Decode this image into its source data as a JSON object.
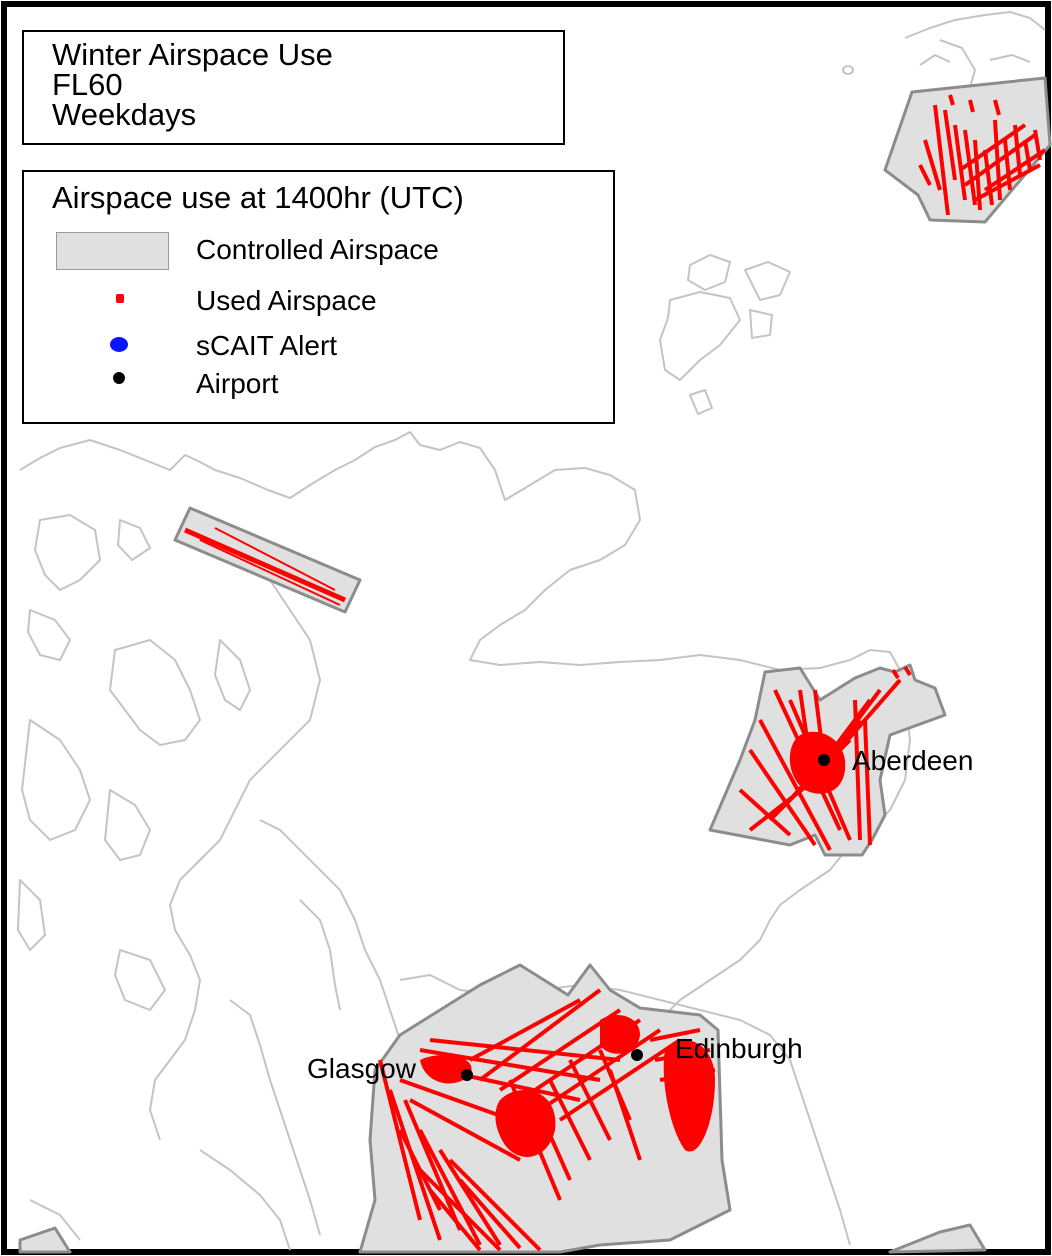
{
  "map_title": {
    "line1": "Winter Airspace Use",
    "line2": "FL60",
    "line3": "Weekdays"
  },
  "legend": {
    "title": "Airspace use at 1400hr (UTC)",
    "items": [
      {
        "label": "Controlled Airspace",
        "color": "#e0e0e0"
      },
      {
        "label": "Used Airspace",
        "color": "#ff0000"
      },
      {
        "label": "sCAIT Alert",
        "color": "#0a14ff"
      },
      {
        "label": "Airport",
        "color": "#000000"
      }
    ]
  },
  "airports": [
    {
      "name": "Aberdeen"
    },
    {
      "name": "Glasgow"
    },
    {
      "name": "Edinburgh"
    }
  ],
  "colors": {
    "coastline": "#c4c4c4",
    "controlled_airspace": "#e0e0e0",
    "controlled_outline": "#8c8c8c",
    "used_airspace": "#ff0000",
    "frame": "#000000"
  }
}
